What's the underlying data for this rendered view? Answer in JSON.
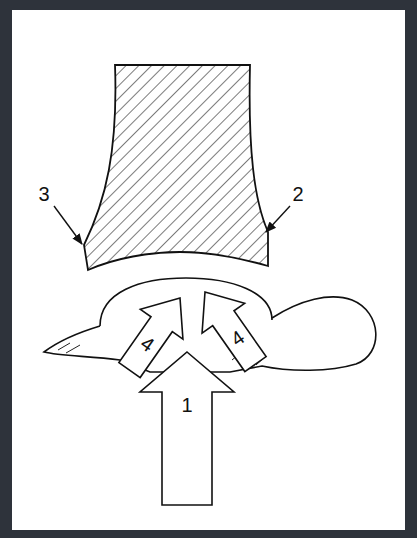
{
  "diagram": {
    "labels": [
      "3",
      "2",
      "4",
      "4",
      "1"
    ]
  }
}
